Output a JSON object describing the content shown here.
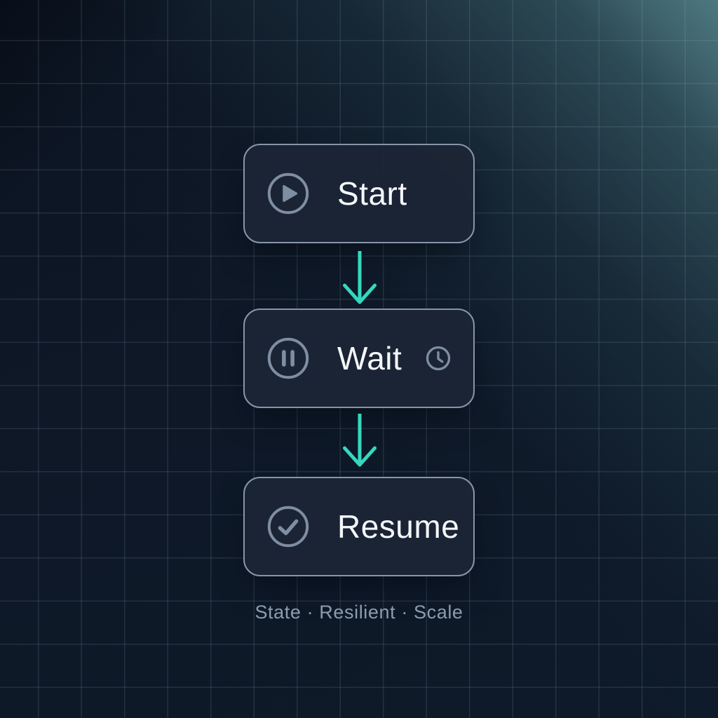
{
  "colors": {
    "background": "#0d1726",
    "beam_teal": "#54828a",
    "node_fill": "#1b2535",
    "node_border": "#8795a8",
    "icon_gray": "#7f8ea2",
    "label_text": "#f5f8fb",
    "arrow_teal": "#35d8bf",
    "caption_text": "#8c9cae"
  },
  "flow": {
    "nodes": [
      {
        "id": "start",
        "label": "Start",
        "leading_icon": "play-circle-icon"
      },
      {
        "id": "wait",
        "label": "Wait",
        "leading_icon": "pause-circle-icon",
        "trailing_icon": "clock-icon"
      },
      {
        "id": "resume",
        "label": "Resume",
        "leading_icon": "check-circle-icon"
      }
    ],
    "connectors": [
      {
        "from": "start",
        "to": "wait",
        "style": "arrow-down"
      },
      {
        "from": "wait",
        "to": "resume",
        "style": "arrow-down"
      }
    ]
  },
  "caption": {
    "text": "State · Resilient · Scale"
  }
}
